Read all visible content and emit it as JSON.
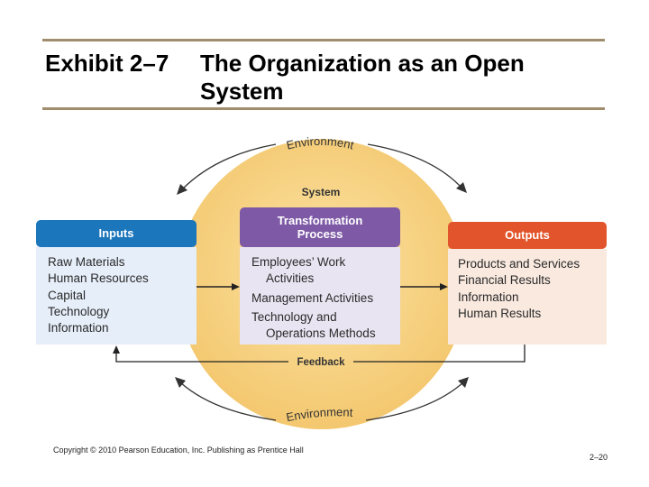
{
  "slide": {
    "exhibit": "Exhibit 2–7",
    "title": "The Organization as an Open System"
  },
  "diagram": {
    "environment_top": "Environment",
    "environment_bottom": "Environment",
    "system_label": "System",
    "feedback_label": "Feedback",
    "inputs": {
      "title": "Inputs",
      "items": [
        "Raw Materials",
        "Human Resources",
        "Capital",
        "Technology",
        "Information"
      ]
    },
    "transformation": {
      "title_line1": "Transformation",
      "title_line2": "Process",
      "items": [
        "Employees’ Work",
        "Activities",
        "Management Activities",
        "Technology and",
        "Operations Methods"
      ]
    },
    "outputs": {
      "title": "Outputs",
      "items": [
        "Products and Services",
        "Financial Results",
        "Information",
        "Human Results"
      ]
    }
  },
  "footer": {
    "copyright": "Copyright © 2010 Pearson Education, Inc. Publishing as Prentice Hall",
    "page": "2–20"
  },
  "colors": {
    "rule": "#a08d6e",
    "system_fill": "#f5cc72",
    "inputs": "#1b76bb",
    "transformation": "#7e5aa6",
    "outputs": "#e2542b"
  }
}
